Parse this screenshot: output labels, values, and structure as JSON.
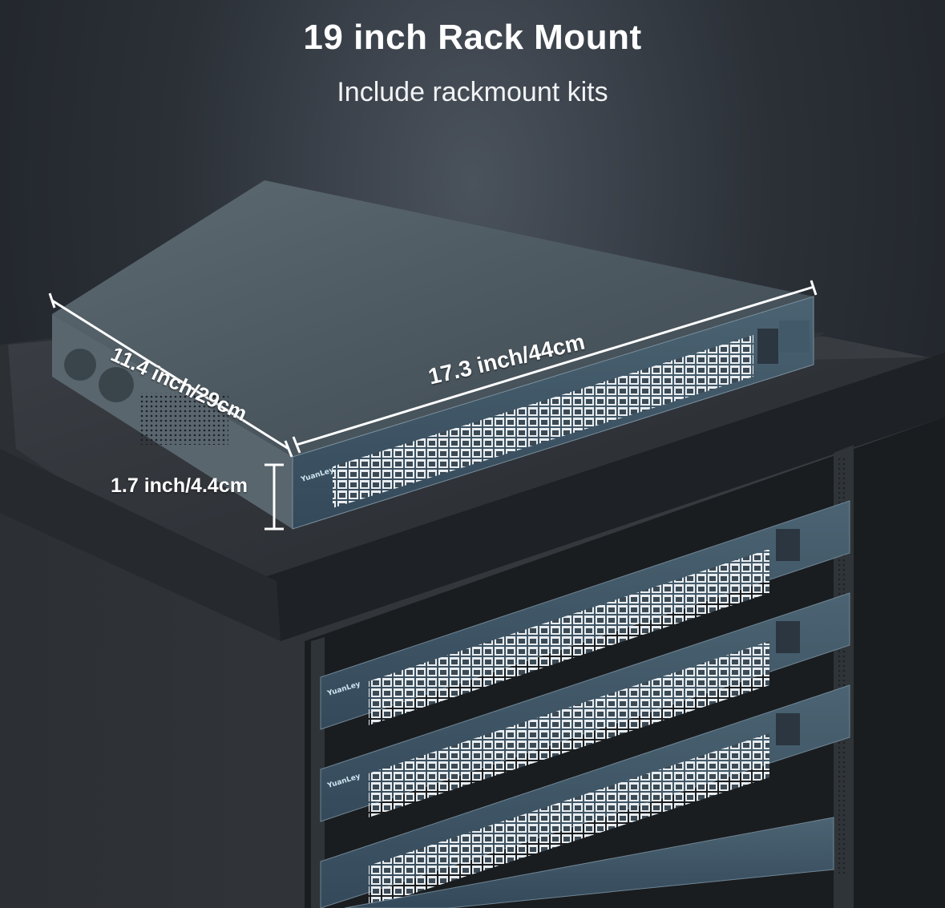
{
  "headline": "19 inch Rack Mount",
  "subline": "Include rackmount kits",
  "dimensions": {
    "width": "17.3 inch/44cm",
    "depth": "11.4 inch/29cm",
    "height": "1.7 inch/4.4cm"
  },
  "brand": "YuanLey",
  "colors": {
    "background": "#2b3037",
    "switch_front": "#3f5664",
    "cabinet": "#2a2d31",
    "dimension_line": "#ffffff"
  }
}
